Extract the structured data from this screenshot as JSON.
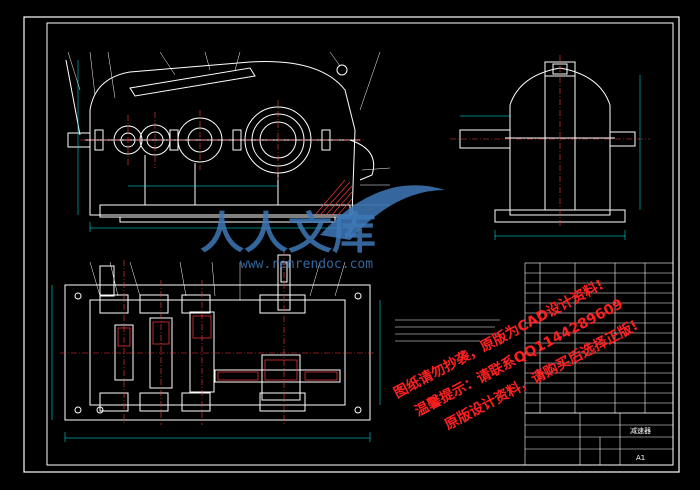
{
  "watermark": {
    "brand_cn": "人人文库",
    "url": "www.renrendoc.com"
  },
  "overlay_red": {
    "line1": "图纸请勿抄袭，原版为CAD设计资料!",
    "line2": "温馨提示：请联系QQ1144289609",
    "line3": "原版设计资料，请购买后选择正版!"
  },
  "title_block": {
    "drawing_name": "减速器",
    "sheet_size": "A1"
  },
  "colors": {
    "background": "#000000",
    "outline": "#ffffff",
    "center_line": "#ff3b3b",
    "dimension": "#00ffff",
    "watermark": "#3e78b8",
    "overlay": "#ff2020"
  }
}
